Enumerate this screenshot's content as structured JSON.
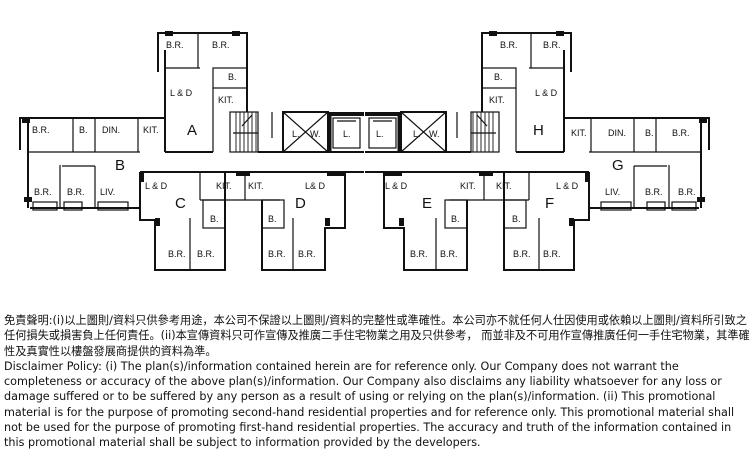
{
  "floor_plan": {
    "units": [
      "A",
      "B",
      "C",
      "D",
      "E",
      "F",
      "G",
      "H"
    ],
    "rooms": {
      "bedroom": "B.R.",
      "bath": "B.",
      "living_dining": "L & D",
      "living_dining_alt": "L& D",
      "kitchen": "KIT.",
      "dining": "DIN.",
      "living": "LIV.",
      "lift": "L.",
      "lw_l": "L.",
      "lw_w": "W."
    }
  },
  "disclaimer": {
    "zh": "免責聲明:(i)以上圖則/資料只供參考用途，本公司不保證以上圖則/資料的完整性或準確性。本公司亦不就任何人仕因使用或依賴以上圖則/資料所引致之任何損失或損害負上任何責任。(ii)本宣傳資料只可作宣傳及推廣二手住宅物業之用及只供參考， 而並非及不可用作宣傳推廣任何一手住宅物業，其準確性及真實性以樓盤發展商提供的資料為準。",
    "en": "Disclaimer Policy: (i) The plan(s)/information contained herein are for reference only. Our Company does not warrant the completeness or accuracy of the above plan(s)/information. Our Company also disclaims any liability whatsoever for any loss or damage suffered or to be suffered by any person as a result of using or relying on the plan(s)/information. (ii) This promotional material is for the purpose of promoting second-hand residential properties and for reference only. This promotional material shall not be used for the purpose of promoting first-hand residential properties. The accuracy and truth of the information contained in this promotional material shall be subject to information provided by the developers."
  }
}
